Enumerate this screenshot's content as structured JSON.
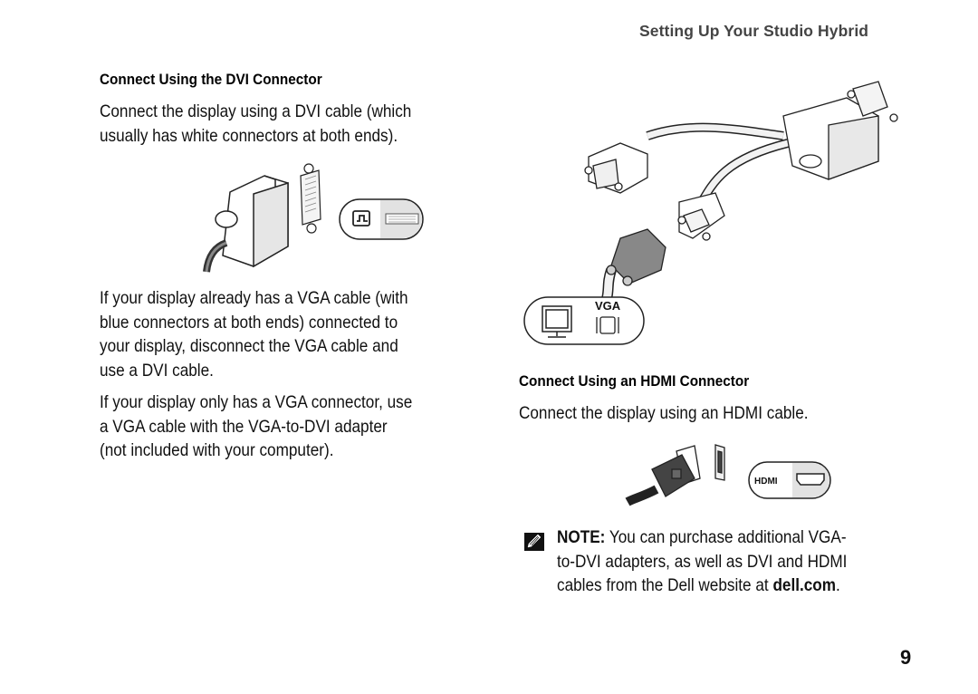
{
  "header": {
    "running_title": "Setting Up Your Studio Hybrid"
  },
  "dvi_section": {
    "heading": "Connect Using the DVI  Connector",
    "intro_lines": [
      "Connect the display using a DVI cable (which",
      "usually has white connectors at both ends)."
    ],
    "vga_cable_lines": [
      "If your display already has a VGA cable (with",
      "blue connectors at both ends) connected to",
      "your display, disconnect the VGA cable and",
      "use a DVI cable."
    ],
    "adapter_lines": [
      "If your display only has a VGA connector, use",
      "a VGA cable with the VGA-to-DVI adapter",
      "(not included with your computer)."
    ]
  },
  "vga_illustration": {
    "port_label": "VGA"
  },
  "hdmi_section": {
    "heading": "Connect Using an HDMI Connector",
    "intro": "Connect the display using an HDMI cable.",
    "port_label": "HDMI"
  },
  "note": {
    "icon": "pencil-note-icon",
    "label": "NOTE:",
    "line1_rest": " You can purchase additional VGA-",
    "line2": "to-DVI adapters, as well as DVI and HDMI",
    "line3_prefix": "cables from the Dell website at ",
    "link_text": "dell.com",
    "line3_suffix": "."
  },
  "footer": {
    "page_number": "9"
  }
}
